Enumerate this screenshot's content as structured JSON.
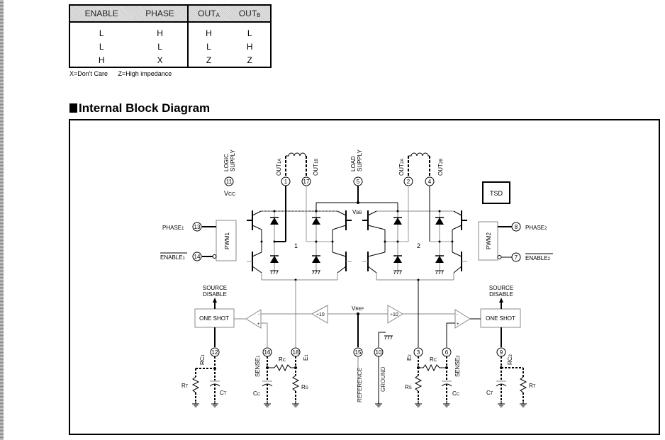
{
  "truth_table": {
    "headers": [
      {
        "main": "ENABLE",
        "sub": ""
      },
      {
        "main": "PHASE",
        "sub": ""
      },
      {
        "main": "OUT",
        "sub": "A"
      },
      {
        "main": "OUT",
        "sub": "B"
      }
    ],
    "rows": [
      [
        "L",
        "H",
        "H",
        "L"
      ],
      [
        "L",
        "L",
        "L",
        "H"
      ],
      [
        "H",
        "X",
        "Z",
        "Z"
      ]
    ],
    "notes": [
      "X=Don't Care",
      "Z=High impedance"
    ]
  },
  "section": {
    "title": "Internal Block Diagram"
  },
  "diagram": {
    "pins": {
      "p11": "11",
      "p1": "1",
      "p17": "17",
      "p5": "5",
      "p2": "2",
      "p4": "4",
      "p13": "13",
      "p14": "14",
      "p8": "8",
      "p7": "7",
      "p12": "12",
      "p16": "16",
      "p18": "18",
      "p15": "15",
      "p10": "10",
      "p3": "3",
      "p6": "6",
      "p9": "9"
    },
    "labels": {
      "logic_supply_1": "LOGIC",
      "logic_supply_2": "SUPPLY",
      "vcc": "V",
      "vcc_sub": "CC",
      "out1a": "OUT",
      "out1a_sub": "1A",
      "out1b": "OUT",
      "out1b_sub": "1B",
      "load_supply_1": "LOAD",
      "load_supply_2": "SUPPLY",
      "out2a": "OUT",
      "out2a_sub": "2A",
      "out2b": "OUT",
      "out2b_sub": "2B",
      "vbb": "V",
      "vbb_sub": "BB",
      "tsd": "TSD",
      "phase1": "PHASE",
      "phase1_sub": "1",
      "enable1": "ENABLE",
      "enable1_sub": "1",
      "phase2": "PHASE",
      "phase2_sub": "2",
      "enable2": "ENABLE",
      "enable2_sub": "2",
      "pwm1": "PWM1",
      "pwm2": "PWM2",
      "bridge1": "1",
      "bridge2": "2",
      "source_disable_1a": "SOURCE",
      "source_disable_1b": "DISABLE",
      "source_disable_2a": "SOURCE",
      "source_disable_2b": "DISABLE",
      "one_shot_1": "ONE SHOT",
      "one_shot_2": "ONE SHOT",
      "div10_1": "÷10",
      "div10_2": "÷10",
      "vref": "V",
      "vref_sub": "REF",
      "rc1": "RC",
      "rc1_sub": "1",
      "rc2": "RC",
      "rc2_sub": "2",
      "sense1": "SENSE",
      "sense1_sub": "1",
      "sense2": "SENSE",
      "sense2_sub": "2",
      "e1": "E",
      "e1_sub": "1",
      "e2": "E",
      "e2_sub": "2",
      "reference": "REFERENCE",
      "ground": "GROUND",
      "rt1": "R",
      "rt1_sub": "T",
      "ct1": "C",
      "ct1_sub": "T",
      "cc1": "C",
      "cc1_sub": "C",
      "rc_1": "R",
      "rc_1_sub": "C",
      "rs1": "R",
      "rs1_sub": "S",
      "rs2": "R",
      "rs2_sub": "S",
      "rc_2": "R",
      "rc_2_sub": "C",
      "cc2": "C",
      "cc2_sub": "C",
      "ct2": "C",
      "ct2_sub": "T",
      "rt2": "R",
      "rt2_sub": "T",
      "minus": "-",
      "plus": "+"
    }
  }
}
